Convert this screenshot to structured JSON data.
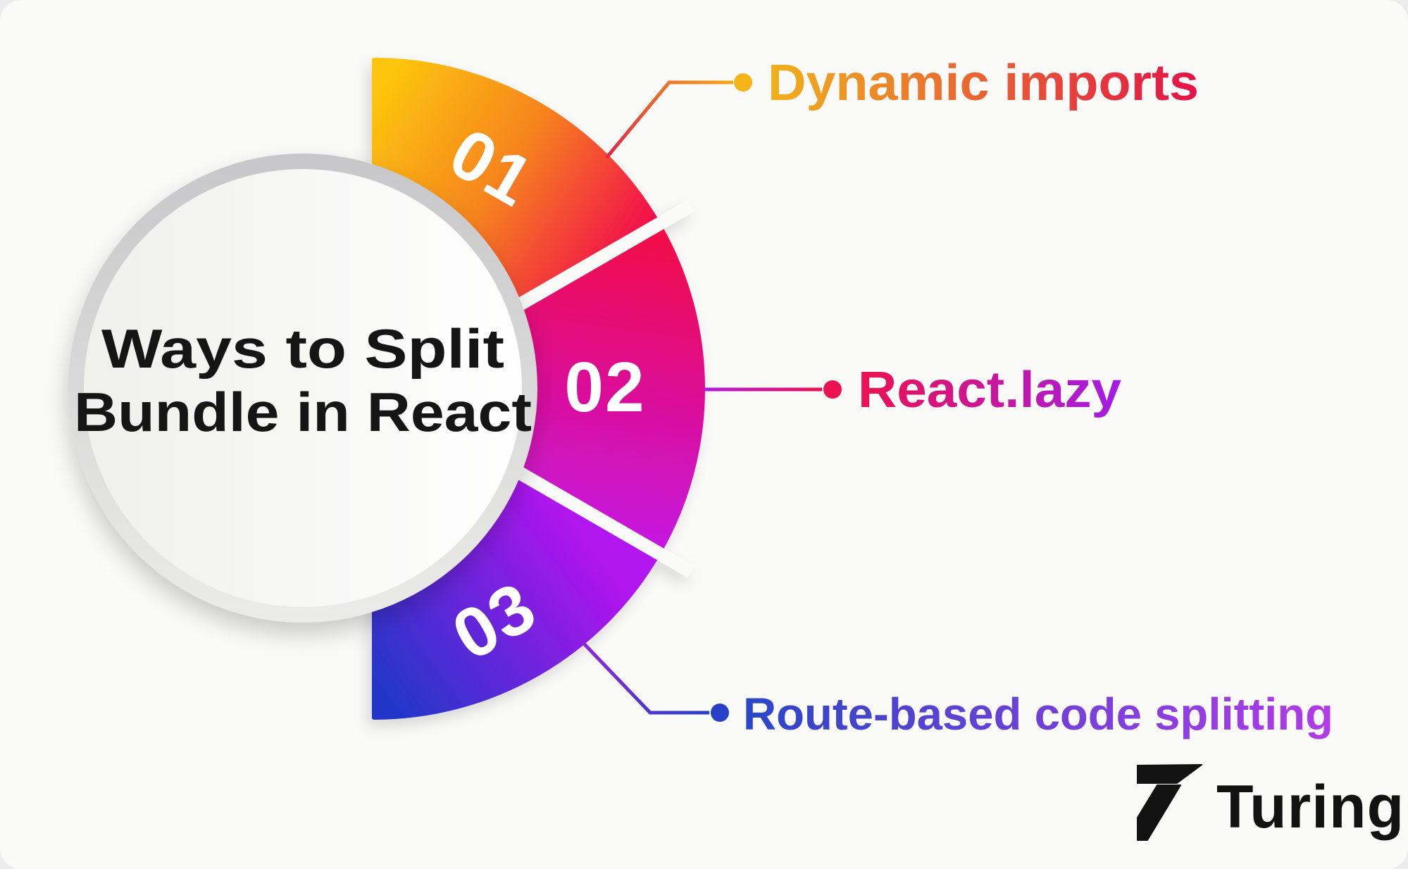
{
  "background": {
    "page": "#ECECEC",
    "card": "#FAFAF8"
  },
  "title": {
    "line1": "Ways to Split",
    "line2": "Bundle in React",
    "color": "#151515"
  },
  "items": [
    {
      "number": "01",
      "label": "Dynamic imports"
    },
    {
      "number": "02",
      "label": "React.lazy"
    },
    {
      "number": "03",
      "label": "Route-based code splitting"
    }
  ],
  "brand": {
    "name": "Turing",
    "color": "#121212"
  },
  "colors": {
    "segment1_gradient": [
      "#FCC40E",
      "#F6841E",
      "#F2114B"
    ],
    "segment2_gradient": [
      "#F30D44",
      "#C414E8"
    ],
    "segment3_gradient": [
      "#B114EE",
      "#2236C9"
    ],
    "connector1_gradient": [
      "#DC2847",
      "#F3A81D"
    ],
    "label1_gradient": [
      "#F0B11C",
      "#E31348"
    ],
    "dot1": "#F4B41A",
    "connector2_gradient": [
      "#B01BDB",
      "#EC1150"
    ],
    "label2_gradient": [
      "#ED1150",
      "#A21DE8"
    ],
    "dot2": "#EC1150",
    "connector3_gradient": [
      "#9029D6",
      "#2840C8"
    ],
    "label3_gradient": [
      "#2B46C8",
      "#B23BE8"
    ],
    "dot3": "#2840C8",
    "number_text": "#FFFFFF",
    "circle_ring_gradient": [
      "#C7C7C9",
      "#EBEBE9"
    ],
    "circle_fill_gradient": [
      "#EFEFED",
      "#FFFFFF"
    ]
  }
}
